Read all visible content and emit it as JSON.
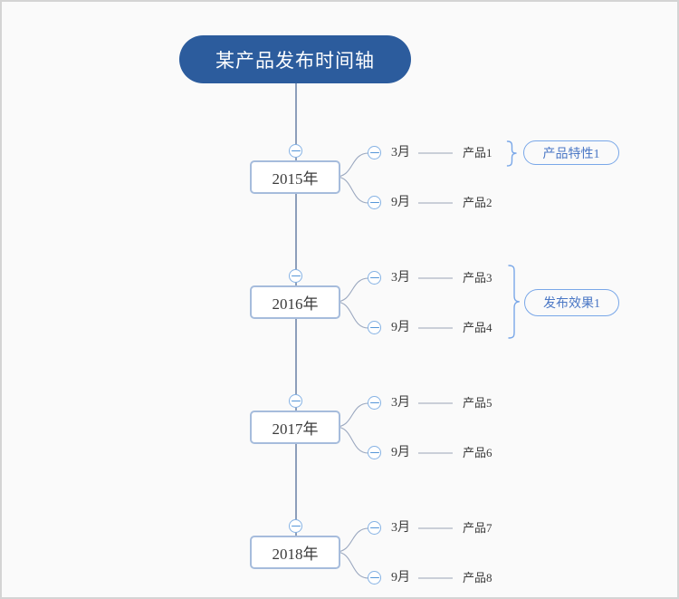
{
  "root": {
    "label": "某产品发布时间轴"
  },
  "years": [
    {
      "label": "2015年",
      "months": [
        {
          "label": "3月",
          "product": "产品1"
        },
        {
          "label": "9月",
          "product": "产品2"
        }
      ],
      "callout": {
        "label": "产品特性1"
      }
    },
    {
      "label": "2016年",
      "months": [
        {
          "label": "3月",
          "product": "产品3"
        },
        {
          "label": "9月",
          "product": "产品4"
        }
      ],
      "callout": {
        "label": "发布效果1"
      }
    },
    {
      "label": "2017年",
      "months": [
        {
          "label": "3月",
          "product": "产品5"
        },
        {
          "label": "9月",
          "product": "产品6"
        }
      ]
    },
    {
      "label": "2018年",
      "months": [
        {
          "label": "3月",
          "product": "产品7"
        },
        {
          "label": "9月",
          "product": "产品8"
        }
      ]
    }
  ],
  "colors": {
    "canvas_bg": "#fafafa",
    "canvas_border": "#d4d4d4",
    "root_fill": "#2c5c9d",
    "root_text": "#ffffff",
    "node_fill": "#ffffff",
    "node_border": "#a6bcdc",
    "text": "#3b3b3b",
    "timeline_line": "#8094b3",
    "branch_line": "#9aa7bf",
    "connector_line": "#9aa4b5",
    "collapse_border": "#85b2e4",
    "collapse_minus": "#5596d8",
    "brace": "#79a7e8",
    "callout_border": "#79a7e8",
    "callout_text": "#4a77c5"
  }
}
